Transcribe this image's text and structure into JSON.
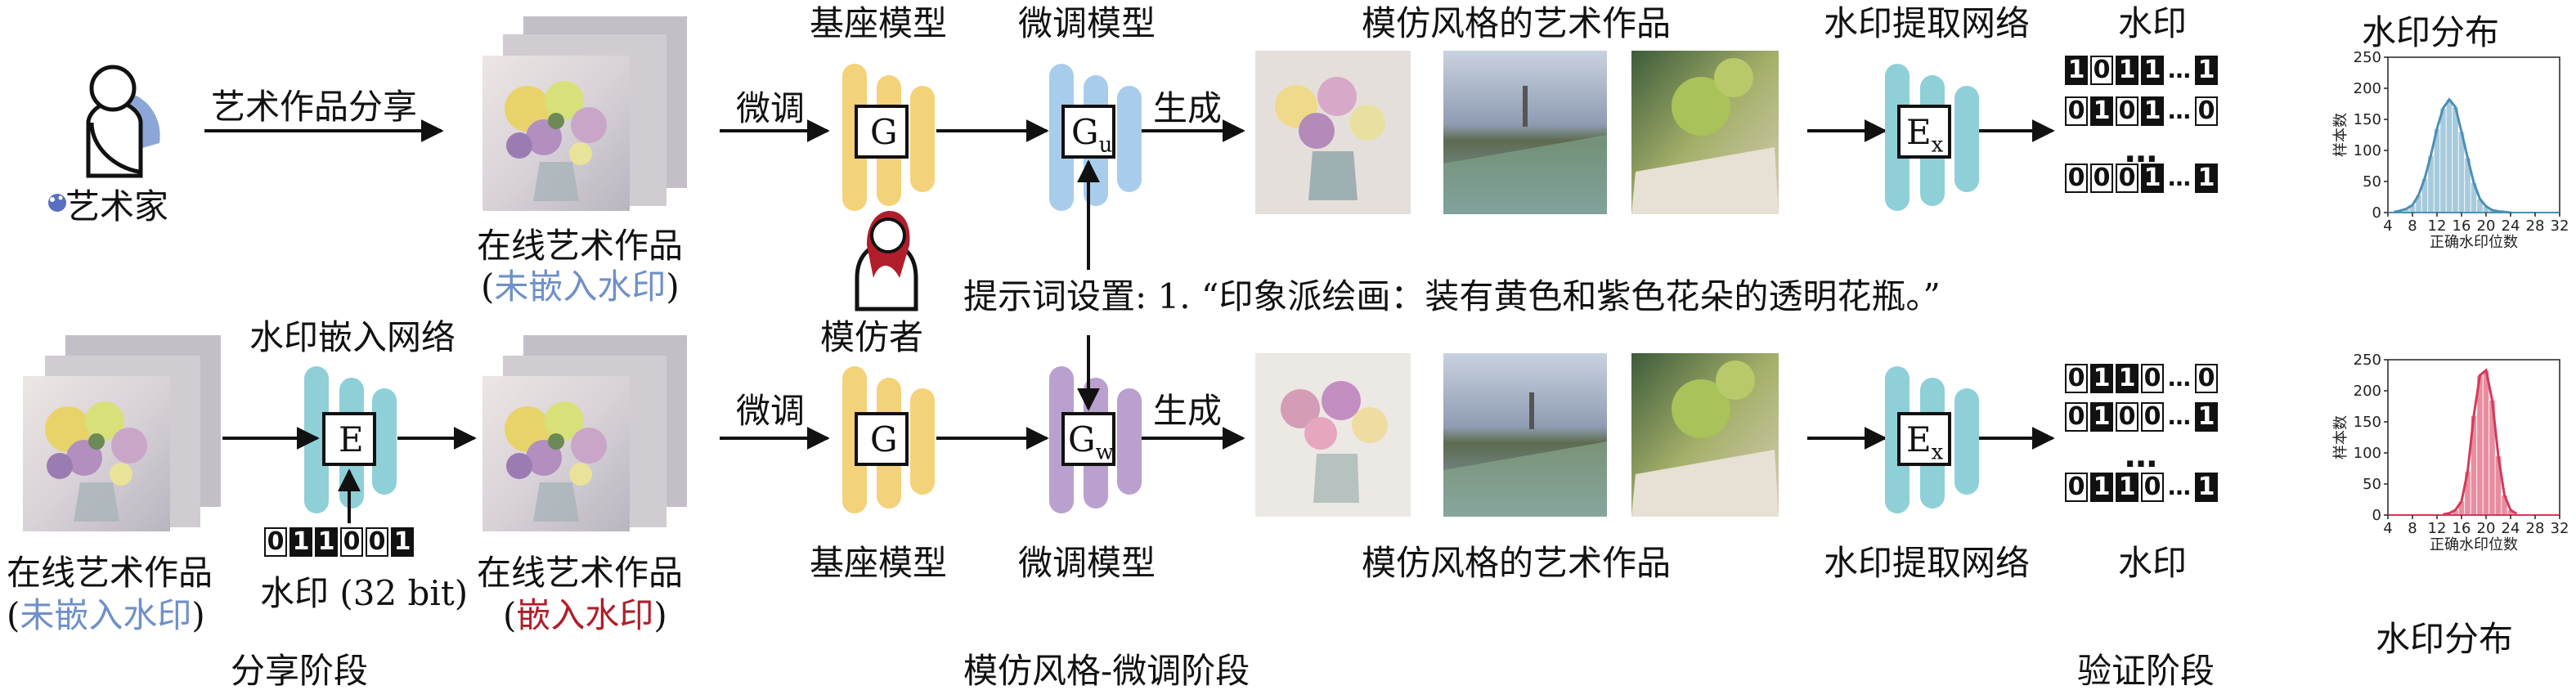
{
  "share": {
    "artist_label": "艺术家",
    "share_arrow_label": "艺术作品分享",
    "online_art_top": "在线艺术作品",
    "no_wm_top": "未嵌入水印",
    "online_art_bottom_left": "在线艺术作品",
    "no_wm_bottom_left": "未嵌入水印",
    "embed_net_label": "水印嵌入网络",
    "embed_box": "E",
    "watermark_label": "水印 (32 bit)",
    "watermark_bits": "01100 1",
    "online_art_bottom_right": "在线艺术作品",
    "wm_embedded": "嵌入水印",
    "stage": "分享阶段"
  },
  "finetune": {
    "finetune_top": "微调",
    "finetune_bottom": "微调",
    "base_model_top": "基座模型",
    "base_model_bottom": "基座模型",
    "g_box": "G",
    "ft_model_top": "微调模型",
    "ft_model_bottom": "微调模型",
    "gu": "G",
    "gu_sub": "u",
    "gw": "G",
    "gw_sub": "w",
    "generate_top": "生成",
    "generate_bottom": "生成",
    "imitator": "模仿者",
    "prompt": "提示词设置: 1. “印象派绘画：装有黄色和紫色花朵的透明花瓶。”",
    "style_art_top": "模仿风格的艺术作品",
    "style_art_bottom": "模仿风格的艺术作品",
    "stage": "模仿风格-微调阶段"
  },
  "verify": {
    "extract_top": "水印提取网络",
    "extract_bottom": "水印提取网络",
    "ex": "E",
    "ex_sub": "x",
    "wm_top": "水印",
    "wm_bottom": "水印",
    "stage": "验证阶段",
    "top_bits": [
      [
        "1",
        "0",
        "1",
        "1",
        "…",
        "1"
      ],
      [
        "0",
        "1",
        "0",
        "1",
        "…",
        "0"
      ],
      [
        "0",
        "0",
        "0",
        "1",
        "…",
        "1"
      ]
    ],
    "bottom_bits": [
      [
        "0",
        "1",
        "1",
        "0",
        "…",
        "0"
      ],
      [
        "0",
        "1",
        "0",
        "0",
        "…",
        "1"
      ],
      [
        "0",
        "1",
        "1",
        "0",
        "…",
        "1"
      ]
    ],
    "vertical_dots": "…"
  },
  "chart_data": [
    {
      "type": "histogram",
      "title": "水印分布",
      "xlabel": "正确水印位数",
      "ylabel": "样本数",
      "xticks": [
        4,
        8,
        12,
        16,
        20,
        24,
        28,
        32
      ],
      "yticks": [
        0,
        50,
        100,
        150,
        200,
        250
      ],
      "xlim": [
        4,
        32
      ],
      "ylim": [
        0,
        250
      ],
      "color": "#a7cbdc",
      "line_color": "#4a8fb6",
      "x": [
        5,
        6,
        7,
        8,
        9,
        10,
        11,
        12,
        13,
        14,
        15,
        16,
        17,
        18,
        19,
        20,
        21,
        22,
        23,
        24
      ],
      "values": [
        1,
        3,
        6,
        12,
        28,
        55,
        92,
        135,
        168,
        182,
        170,
        130,
        88,
        48,
        22,
        10,
        4,
        2,
        1,
        0
      ]
    },
    {
      "type": "histogram",
      "title": "水印分布",
      "xlabel": "正确水印位数",
      "ylabel": "样本数",
      "xticks": [
        4,
        8,
        12,
        16,
        20,
        24,
        28,
        32
      ],
      "yticks": [
        0,
        50,
        100,
        150,
        200,
        250
      ],
      "xlim": [
        4,
        32
      ],
      "ylim": [
        0,
        250
      ],
      "color": "#e88ea0",
      "line_color": "#d33a5a",
      "x": [
        13,
        14,
        15,
        16,
        17,
        18,
        19,
        20,
        21,
        22,
        23,
        24,
        25
      ],
      "values": [
        1,
        3,
        8,
        22,
        70,
        160,
        225,
        233,
        185,
        95,
        32,
        8,
        2
      ]
    }
  ]
}
